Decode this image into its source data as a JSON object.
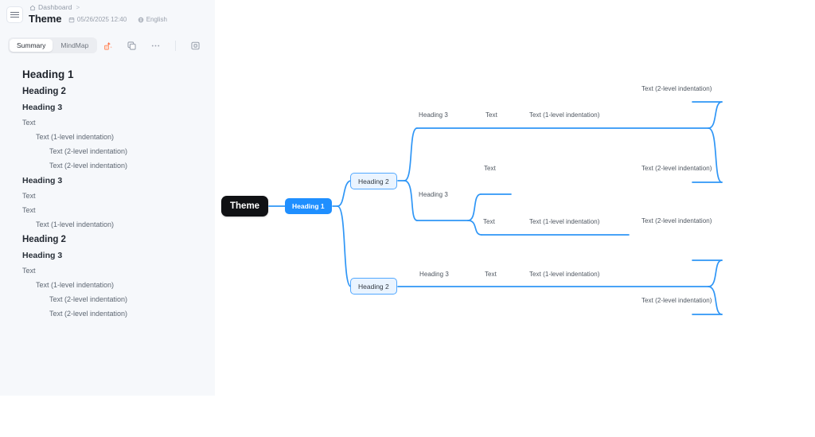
{
  "header": {
    "hamburger_icon": "hamburger-menu-icon",
    "breadcrumb": {
      "home_icon": "home-icon",
      "root": "Dashboard",
      "separator": ">"
    },
    "title": "Theme",
    "date_icon": "calendar-icon",
    "date": "05/26/2025 12:40",
    "language_icon": "globe-icon",
    "language": "English"
  },
  "toolbar": {
    "tabs": [
      {
        "label": "Summary",
        "active": true
      },
      {
        "label": "MindMap",
        "active": false
      }
    ],
    "icons": [
      {
        "name": "ai-magic-icon"
      },
      {
        "name": "copy-icon"
      },
      {
        "name": "more-options-icon"
      },
      {
        "name": "export-panel-icon"
      }
    ]
  },
  "outline": {
    "items": [
      {
        "level": "h1",
        "text": "Heading 1"
      },
      {
        "level": "h2",
        "text": "Heading 2"
      },
      {
        "level": "h3",
        "text": "Heading 3"
      },
      {
        "level": "t0",
        "text": "Text"
      },
      {
        "level": "t1",
        "text": "Text (1-level indentation)"
      },
      {
        "level": "t2",
        "text": "Text (2-level indentation)"
      },
      {
        "level": "t2",
        "text": "Text (2-level indentation)"
      },
      {
        "level": "h3",
        "text": "Heading 3"
      },
      {
        "level": "t0",
        "text": "Text"
      },
      {
        "level": "t0",
        "text": "Text"
      },
      {
        "level": "t1",
        "text": "Text (1-level indentation)"
      },
      {
        "level": "h2",
        "text": "Heading 2"
      },
      {
        "level": "h3",
        "text": "Heading 3"
      },
      {
        "level": "t0",
        "text": "Text"
      },
      {
        "level": "t1",
        "text": "Text (1-level indentation)"
      },
      {
        "level": "t2",
        "text": "Text (2-level indentation)"
      },
      {
        "level": "t2",
        "text": "Text (2-level indentation)"
      }
    ]
  },
  "mindmap": {
    "colors": {
      "root_bg": "#101114",
      "root_text": "#ffffff",
      "h1_bg": "#1f8fff",
      "h2_bg": "#eaf4ff",
      "h2_border": "#52a8ff",
      "wire": "#2f96f6",
      "leaf_text": "#4d555f"
    },
    "nodes": {
      "root": "Theme",
      "h1": "Heading 1",
      "h2_top": "Heading 2",
      "h2_bottom": "Heading 2"
    },
    "leaves": {
      "a_heading3": "Heading 3",
      "a_text": "Text",
      "a_text1": "Text (1-level indentation)",
      "a_text2_top": "Text (2-level indentation)",
      "a_text2_bottom": "Text (2-level indentation)",
      "b_heading3": "Heading 3",
      "b_text_top": "Text",
      "b_text_bottom": "Text",
      "b_text1": "Text (1-level indentation)",
      "c_heading3": "Heading 3",
      "c_text": "Text",
      "c_text1": "Text (1-level indentation)",
      "c_text2_top": "Text (2-level indentation)",
      "c_text2_bottom": "Text (2-level indentation)"
    }
  }
}
